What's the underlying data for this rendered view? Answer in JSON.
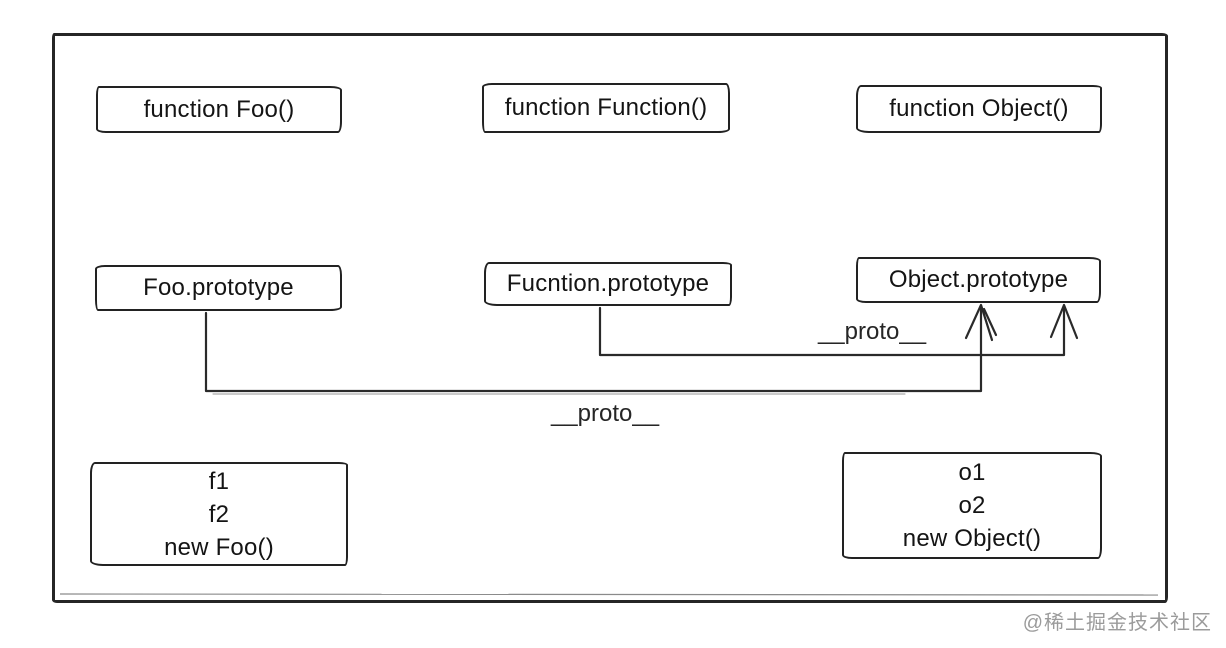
{
  "colors": {
    "ink": "#2a2a2a",
    "watermark": "#9b9b9b",
    "background": "#ffffff"
  },
  "boxes": {
    "top": [
      {
        "label": "function Foo()"
      },
      {
        "label": "function Function()"
      },
      {
        "label": "function Object()"
      }
    ],
    "middle": [
      {
        "label": "Foo.prototype"
      },
      {
        "label": "Fucntion.prototype"
      },
      {
        "label": "Object.prototype"
      }
    ],
    "bottom": [
      {
        "lines": [
          "f1",
          "f2",
          "new Foo()"
        ]
      },
      {
        "lines": [
          "o1",
          "o2",
          "new Object()"
        ]
      }
    ]
  },
  "edges": [
    {
      "from": "Fucntion.prototype",
      "to": "Object.prototype",
      "label": "__proto__"
    },
    {
      "from": "Foo.prototype",
      "to": "Object.prototype",
      "label": "__proto__"
    }
  ],
  "watermark": "@稀土掘金技术社区"
}
